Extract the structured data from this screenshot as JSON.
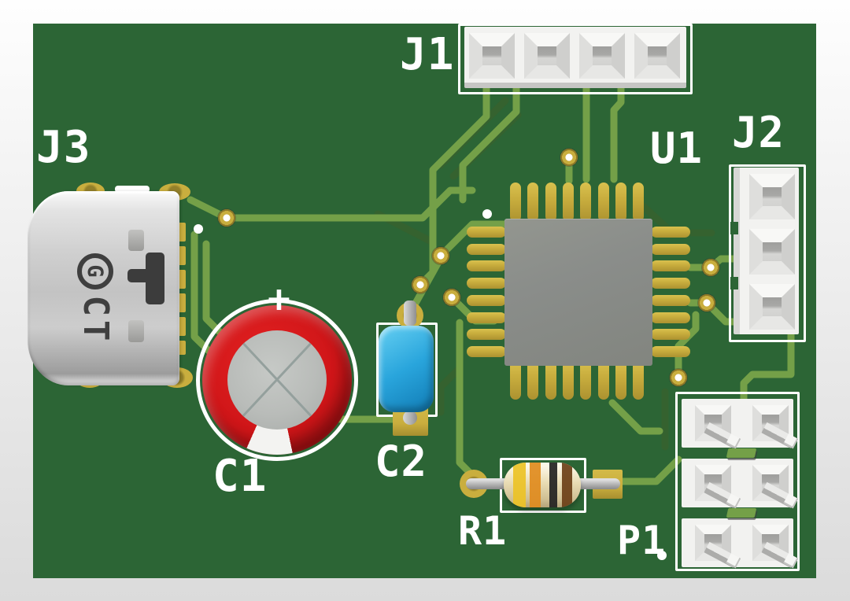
{
  "silkscreen_labels": {
    "j1": "J1",
    "j2": "J2",
    "j3": "J3",
    "u1": "U1",
    "c1": "C1",
    "c2": "C2",
    "r1": "R1",
    "p1": "P1",
    "c1_polarity": "+"
  },
  "components": {
    "j3_logo_g": "G",
    "j3_logo_ct": "CT"
  },
  "colors": {
    "background_top": "#fefefe",
    "background_bottom": "#dbdbdb",
    "board_green": "#2c6535",
    "trace_light": "#74a048",
    "trace_dark": "#35622f",
    "pad_gold": "#c9ae3e",
    "silkscreen_white": "#ffffff",
    "chip_gray": "#8a8d8a",
    "connector_white": "#f2f2f0",
    "cap_red": "#cf1518",
    "cap_top_gray": "#b9bcb9",
    "cap_blue": "#29a5dc",
    "resistor_cream": "#e9dcb4",
    "band_yellow": "#ecc226",
    "band_orange": "#df8b1e",
    "band_black": "#222222",
    "band_brown": "#6b3f17",
    "lead_gray": "#b4b4b4",
    "usb_logo_gray": "#3f3f3f"
  }
}
